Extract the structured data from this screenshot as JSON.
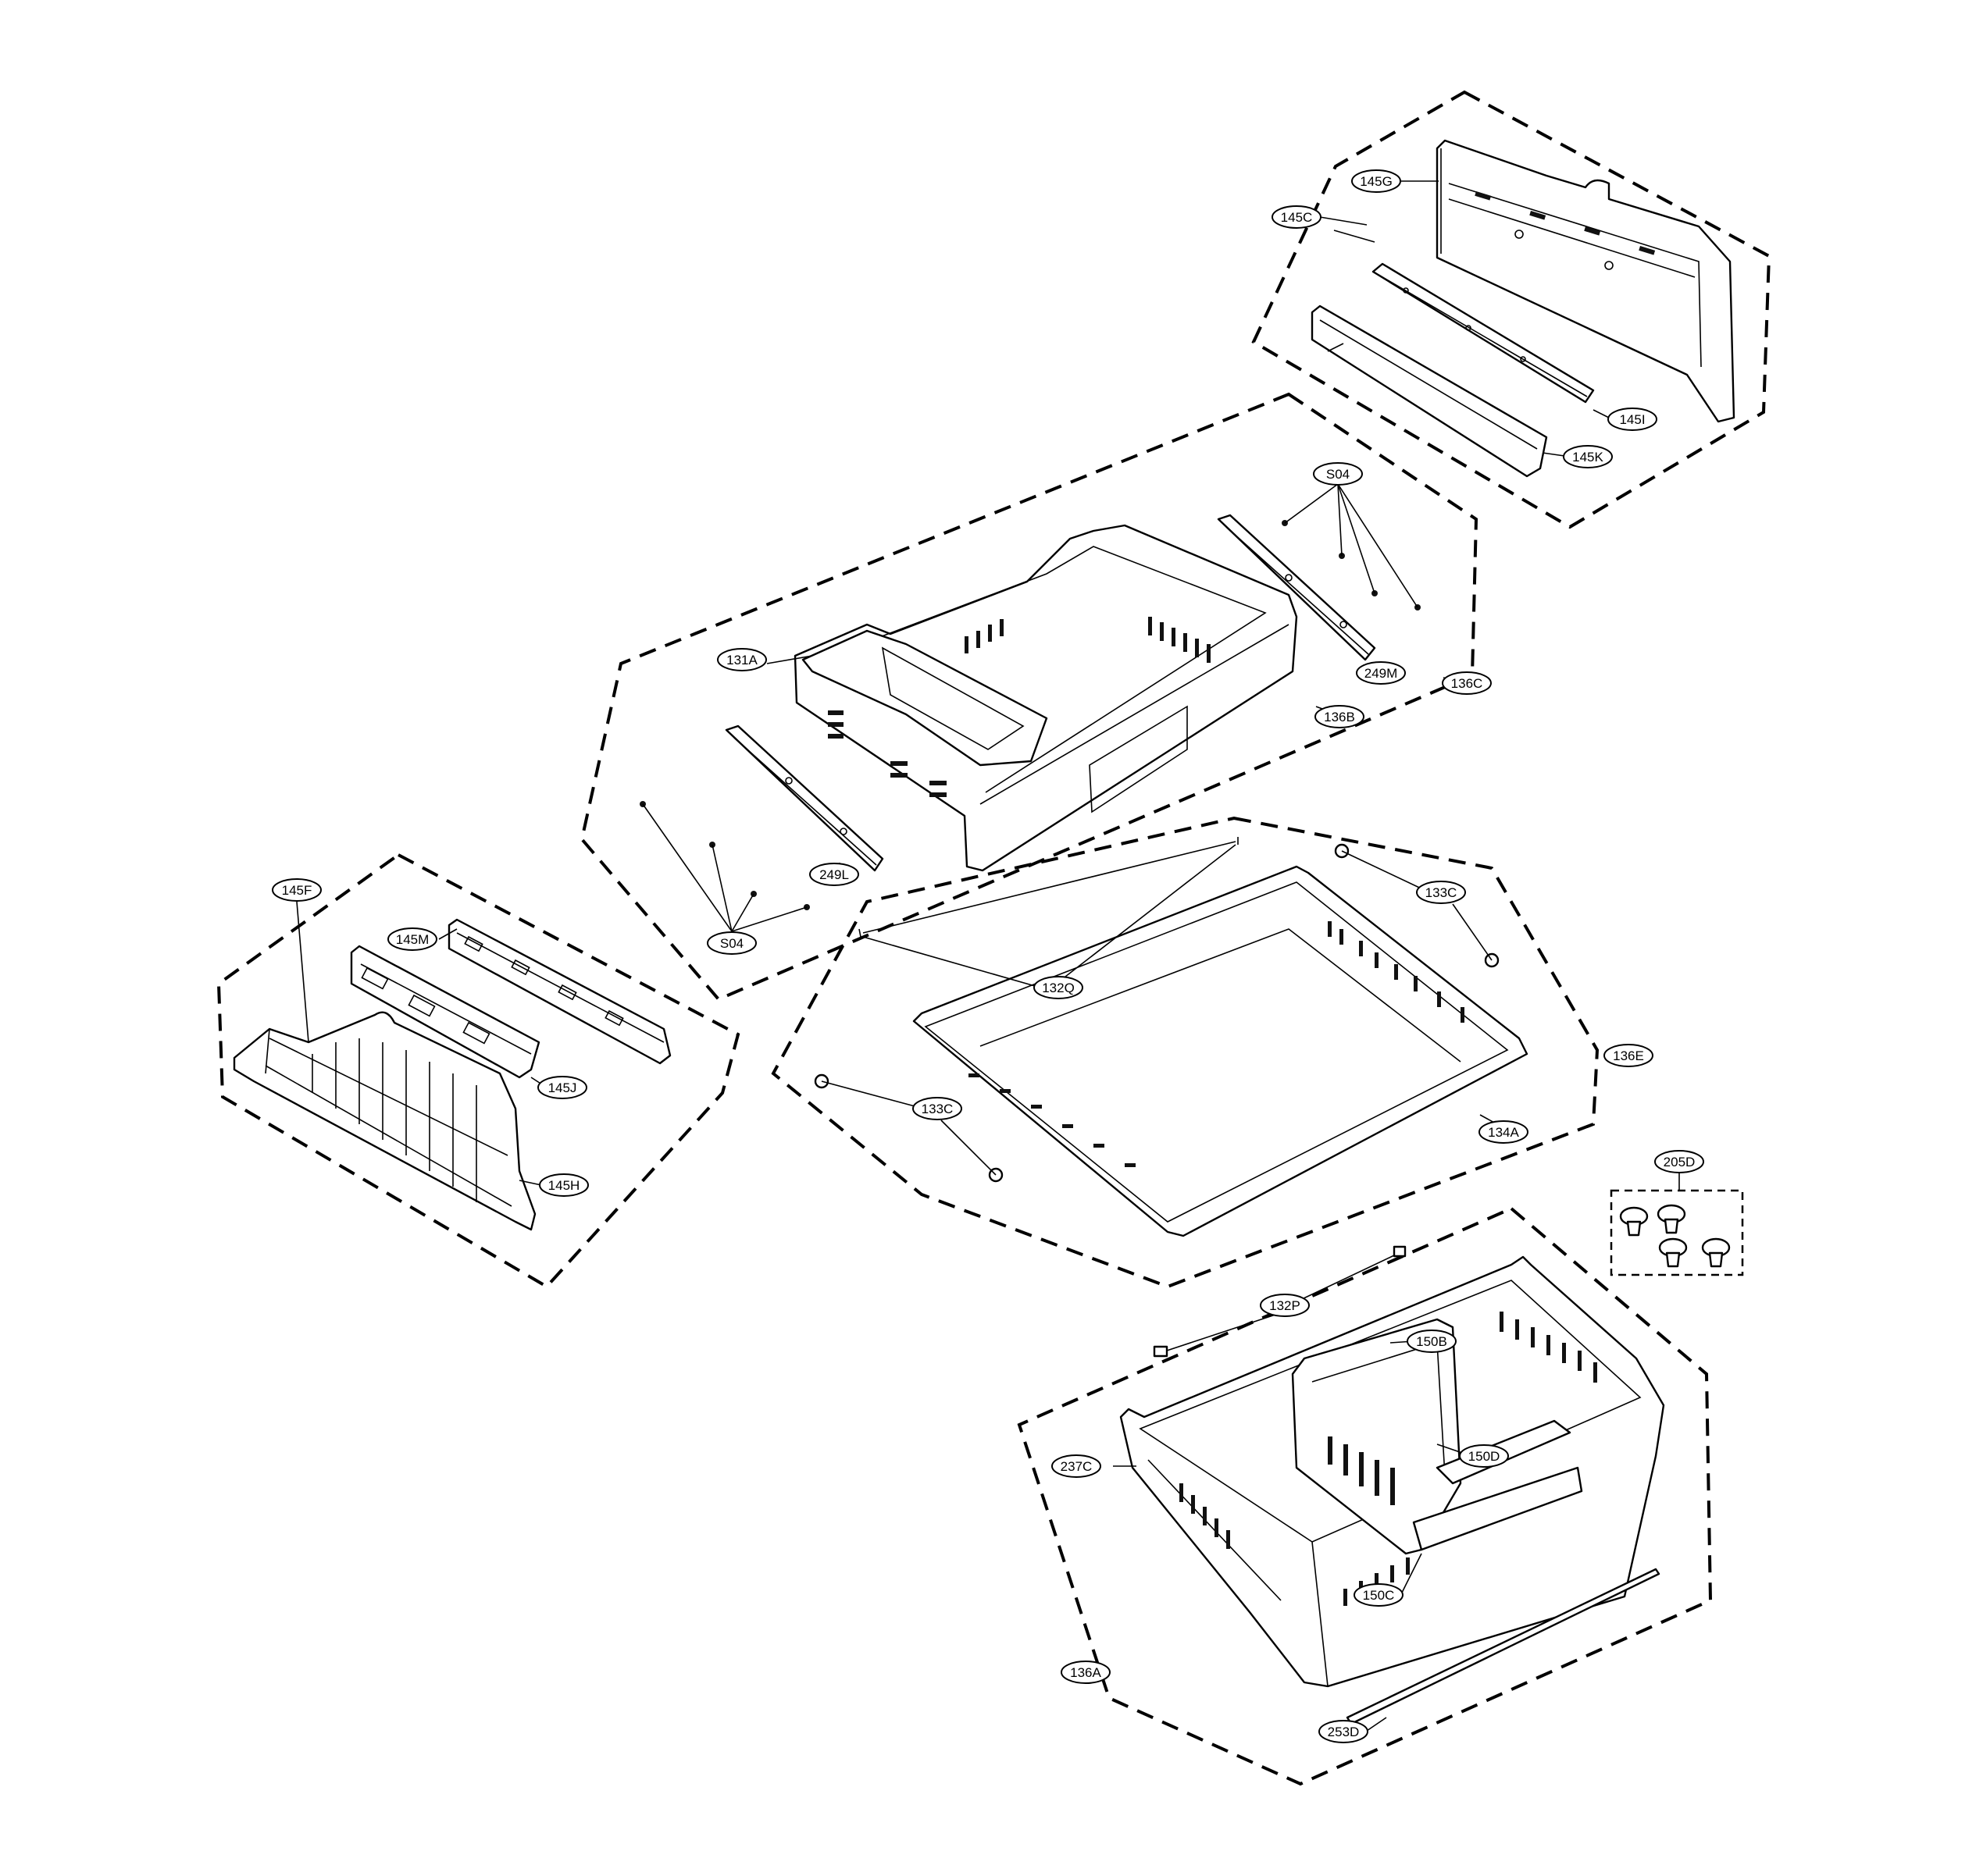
{
  "callouts": [
    {
      "id": "145G",
      "label": "145G"
    },
    {
      "id": "145C",
      "label": "145C"
    },
    {
      "id": "145I",
      "label": "145I"
    },
    {
      "id": "145K",
      "label": "145K"
    },
    {
      "id": "S04-top",
      "label": "S04"
    },
    {
      "id": "131A",
      "label": "131A"
    },
    {
      "id": "249M",
      "label": "249M"
    },
    {
      "id": "136C",
      "label": "136C"
    },
    {
      "id": "136B",
      "label": "136B"
    },
    {
      "id": "249L",
      "label": "249L"
    },
    {
      "id": "S04-bottom",
      "label": "S04"
    },
    {
      "id": "133C-top",
      "label": "133C"
    },
    {
      "id": "132Q",
      "label": "132Q"
    },
    {
      "id": "136E",
      "label": "136E"
    },
    {
      "id": "133C-bottom",
      "label": "133C"
    },
    {
      "id": "134A",
      "label": "134A"
    },
    {
      "id": "145F",
      "label": "145F"
    },
    {
      "id": "145M",
      "label": "145M"
    },
    {
      "id": "145J",
      "label": "145J"
    },
    {
      "id": "145H",
      "label": "145H"
    },
    {
      "id": "205D",
      "label": "205D"
    },
    {
      "id": "132P",
      "label": "132P"
    },
    {
      "id": "150B",
      "label": "150B"
    },
    {
      "id": "150D",
      "label": "150D"
    },
    {
      "id": "237C",
      "label": "237C"
    },
    {
      "id": "150C",
      "label": "150C"
    },
    {
      "id": "136A",
      "label": "136A"
    },
    {
      "id": "253D",
      "label": "253D"
    }
  ]
}
